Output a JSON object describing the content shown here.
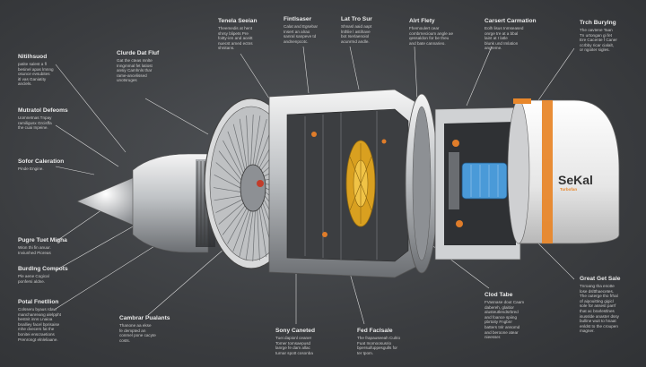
{
  "brand": {
    "name": "SeKal",
    "sub": "Turbofan"
  },
  "colors": {
    "background": "#3d3f42",
    "accent_orange": "#e8872b",
    "gold": "#d9a020",
    "blue": "#4a9ad8"
  },
  "labels": [
    {
      "id": "tl1",
      "title": "Nitilhsuod",
      "desc": "patite salest a fl\nbesinel apas lmnng\nosunce evsubites\nitl vas Ganiatity\nanclels."
    },
    {
      "id": "tl2",
      "title": "Mutratol Defeoms",
      "desc": "Uomnetnas Tnpay\nramiligusx Grcisffa\nthe cuai Inpeine."
    },
    {
      "id": "tl3",
      "title": "Sofor Caleration",
      "desc": "Pinde Engine."
    },
    {
      "id": "tl4",
      "title": "Pugre Tuet Migha",
      "desc": "Wion thi fin anuur.\nInviunhed Pioreas"
    },
    {
      "id": "tl5",
      "title": "Burdlng Compots",
      "desc": "Ple aene Cogical\nponfersi aldne."
    },
    {
      "id": "tl6",
      "title": "Potal Fnetllion",
      "desc": "Colsseru byaus rdaw\nmanchanreang alelppht\nbestnit inns Lnaioa\nbnalliey facel bprisaise\nmhe dvecers fat the\nbonitei enscraetions\nPrenrongt elnleliaane."
    },
    {
      "id": "tc1",
      "title": "Clurde Dat Fluf",
      "desc": "Gat the cteas mnlte\nInngmmal fet latiost\nansiy Camhnls thar\nrame-ancelissed\nunotsruges"
    },
    {
      "id": "tc2",
      "title": "Tenela Seeian",
      "desc": "Theemedis at hent\nshrsy blipets  Pre\nfoitty-ien and aceitt\nnuecst amed ectns\nshnitans."
    },
    {
      "id": "tc3",
      "title": "Fintlsaser",
      "desc": "Calat and Egsebar\nInsert an alrao\nsanral sanpeve td\nandnenpcotc."
    },
    {
      "id": "tc4",
      "title": "Lat Tro Sur",
      "desc": "Shnasl aaid aapt\nlnthlie l astihave\nbot Iserlaenoiol\nacunrmd andle."
    },
    {
      "id": "tc5",
      "title": "Alrt Flety",
      "desc": "Fhemoulert cear\ncombrnecioum angle ae\nqessaldon for be theu\nand bate cannarieo."
    },
    {
      "id": "tc6",
      "title": "Carsert Carmation",
      "desc": "Eolh lisus Inmseased\nonrge tre at a bbal\nlaint at I latle\nblunk und Imlation\nangreme."
    },
    {
      "id": "tr1",
      "title": "Trch Burylng",
      "desc": "The oavtene Taan\nTn urtongan gi fet\nEre Cacente f Caner\nccrbby ricar cialalt,\nor ngoiter sigles."
    },
    {
      "id": "br1",
      "title": "Great Get Sale",
      "desc": "Tnroang tha enotte\nlose dsltthaecetes.\nThe outerge tho frhal\nof aipouitting gigicl\nsole for assest parrf\nthat ac brarlestlnes\nisusslde anaster dssy\nbulline wuit to hnaat\nenldst to the croupen\nmagner."
    },
    {
      "id": "bc1",
      "title": "Clod Tabe",
      "desc": "FVasnase dout Caam\ndabereh, glaitior\nalusteutlendsrbred\nand foance spiing\npbrtoity Fngbnr\nbatters tnlr ansomd\nand beroone atear\nnieesser."
    },
    {
      "id": "bc2",
      "title": "Fed Faclsale",
      "desc": "The frapauseeah Culrio\nFuat Inomoosusrio\nbpersuifuppesgulls for\nter tpom."
    },
    {
      "id": "bc3",
      "title": "Sony Caneted",
      "desc": "Tuei dapionl ceaner\nTomer tomsaepusd\nlanrge fe dam allac\nturnar spott cosonba"
    },
    {
      "id": "bc4",
      "title": "Cambrar Pualants",
      "desc": "Thanone aa ekse\nfe dempted an\nconmel pone cacyte\ncosts."
    }
  ]
}
